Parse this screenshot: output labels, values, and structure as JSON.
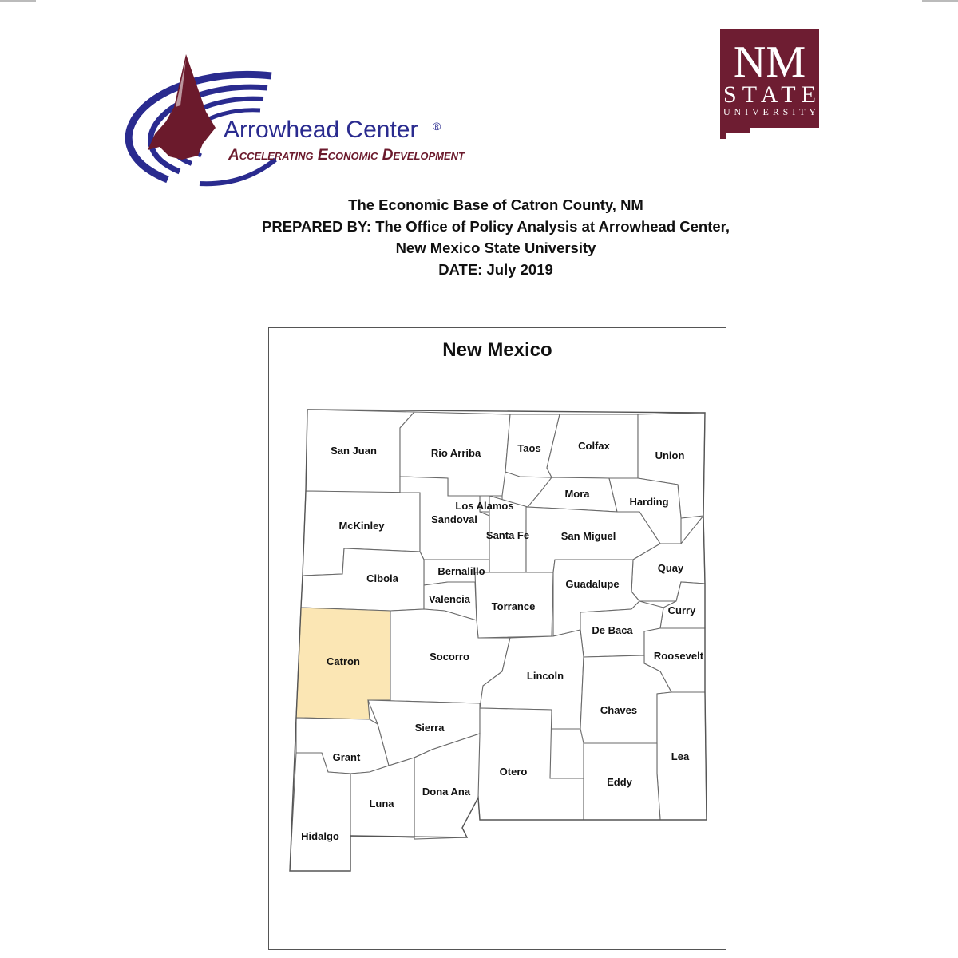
{
  "header": {
    "left_logo": {
      "name": "Arrowhead Center",
      "registered_mark": "®",
      "tagline": "Accelerating Economic Development",
      "colors": {
        "arcs": "#2a2b8f",
        "arrow": "#6b1a2c",
        "tagline": "#6b1a2c"
      }
    },
    "right_logo": {
      "line1": "NM",
      "line2": "STATE",
      "line3": "UNIVERSITY",
      "color": "#6e1d32"
    }
  },
  "title_block": {
    "line1": "The Economic Base of Catron County, NM",
    "line2": "PREPARED BY: The Office of Policy Analysis at Arrowhead Center,",
    "line3": "New Mexico State University",
    "line4": "DATE:  July 2019"
  },
  "map": {
    "title": "New Mexico",
    "highlight_color": "#fbe6b4",
    "highlighted_county": "Catron",
    "county_labels": {
      "san_juan": "San Juan",
      "rio_arriba": "Rio Arriba",
      "taos": "Taos",
      "colfax": "Colfax",
      "union": "Union",
      "mora": "Mora",
      "harding": "Harding",
      "mckinley": "McKinley",
      "los_alamos": "Los Alamos",
      "sandoval": "Sandoval",
      "santa_fe": "Santa Fe",
      "san_miguel": "San Miguel",
      "quay": "Quay",
      "bernalillo": "Bernalillo",
      "cibola": "Cibola",
      "valencia": "Valencia",
      "guadalupe": "Guadalupe",
      "torrance": "Torrance",
      "curry": "Curry",
      "de_baca": "De Baca",
      "roosevelt": "Roosevelt",
      "catron": "Catron",
      "socorro": "Socorro",
      "lincoln": "Lincoln",
      "chaves": "Chaves",
      "sierra": "Sierra",
      "grant": "Grant",
      "lea": "Lea",
      "otero": "Otero",
      "eddy": "Eddy",
      "dona_ana": "Dona Ana",
      "luna": "Luna",
      "hidalgo": "Hidalgo"
    }
  }
}
